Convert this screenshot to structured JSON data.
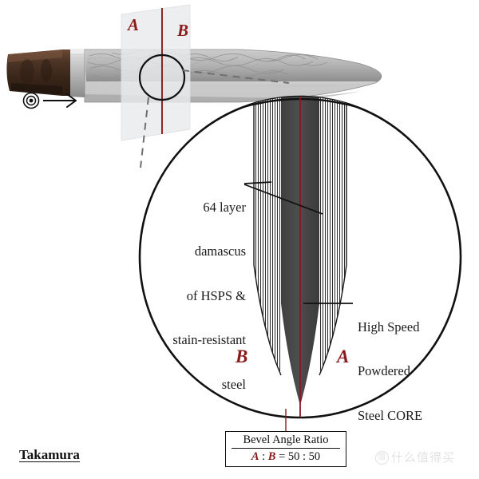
{
  "diagram": {
    "brand": "Takamura",
    "plane": {
      "label_left": "A",
      "label_right": "B"
    },
    "section": {
      "label_left": "B",
      "label_right": "A"
    },
    "callouts": [
      {
        "id": "damascus",
        "lines": [
          "64 layer",
          "damascus",
          "of HSPS &",
          "stain-resistant",
          "steel"
        ],
        "align": "right"
      },
      {
        "id": "core",
        "lines": [
          "High Speed",
          "Powdered",
          "Steel CORE"
        ],
        "align": "left"
      }
    ],
    "ratio": {
      "title": "Bevel Angle Ratio",
      "left": "A",
      "separator": " : ",
      "right": "B",
      "equals": " = ",
      "value": "50 : 50"
    },
    "watermark": {
      "badge": "值",
      "text": "什么值得买"
    },
    "icons": {
      "eye": "eye-icon",
      "arrow": "view-direction-arrow-icon"
    },
    "colors": {
      "accent_red": "#8b1a1a",
      "core_gray": "#4a4a4a",
      "outline": "#111111",
      "plane_fill": "#e8e9ea",
      "handle": "#4a3226"
    }
  }
}
